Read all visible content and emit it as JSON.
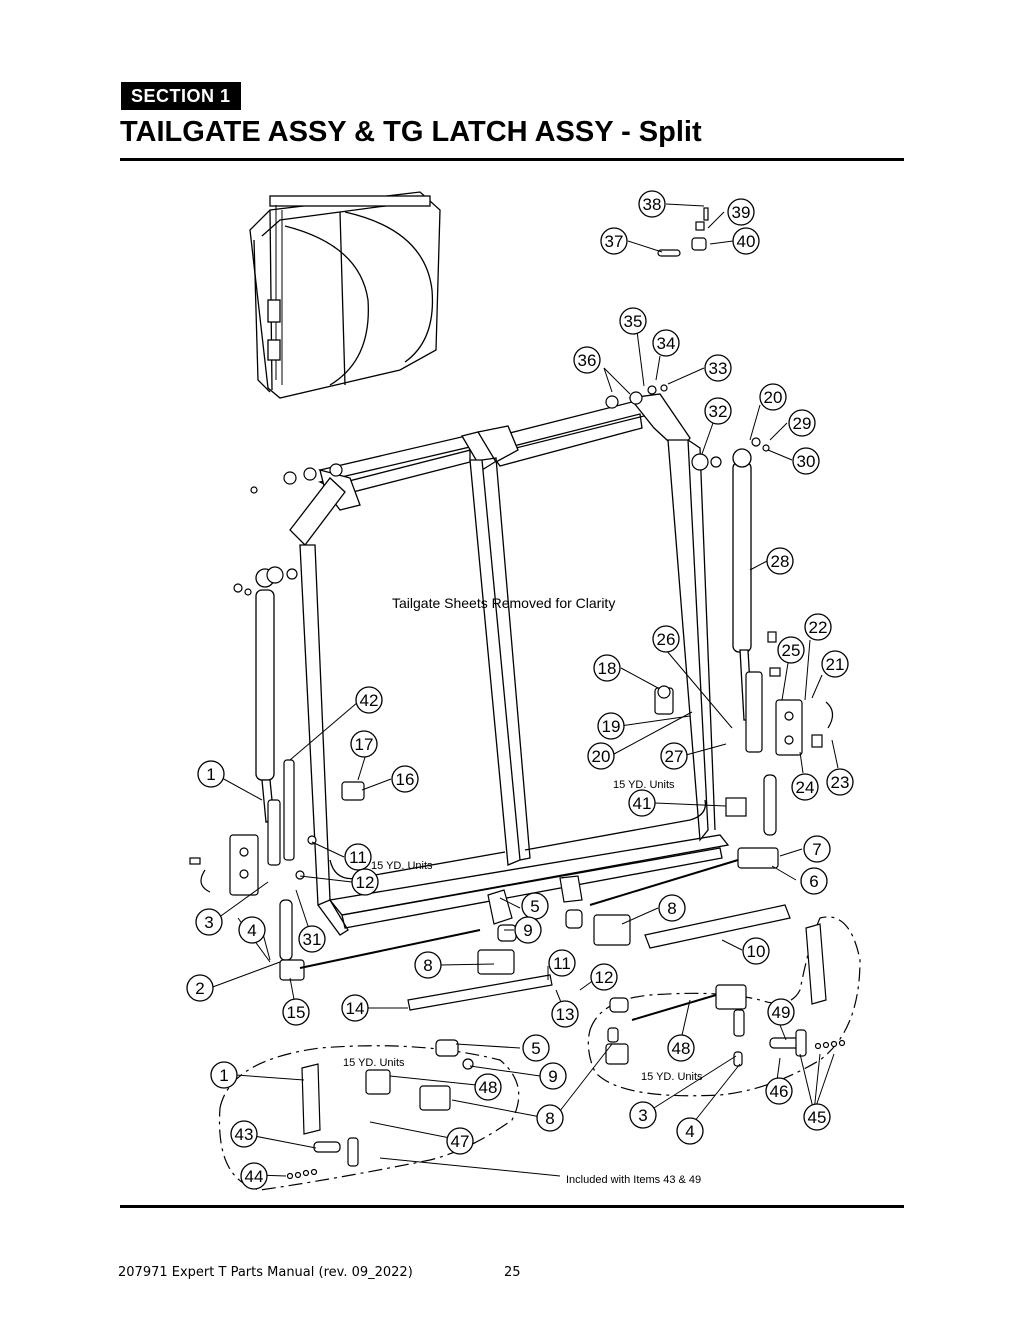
{
  "header": {
    "section": "SECTION  1",
    "title": "TAILGATE ASSY & TG LATCH ASSY - Split"
  },
  "diagram": {
    "notes": {
      "sheets_removed": "Tailgate Sheets Removed for Clarity",
      "units_a": "15 YD. Units",
      "units_b": "15 YD. Units",
      "units_c": "15 YD. Units",
      "units_d": "15 YD. Units",
      "included": "Included with Items 43 & 49"
    },
    "callouts": [
      "38",
      "39",
      "37",
      "40",
      "35",
      "34",
      "36",
      "33",
      "20",
      "32",
      "29",
      "30",
      "28",
      "22",
      "26",
      "25",
      "21",
      "18",
      "42",
      "19",
      "17",
      "20",
      "27",
      "1",
      "16",
      "24",
      "23",
      "41",
      "11",
      "7",
      "12",
      "6",
      "3",
      "4",
      "5",
      "8",
      "9",
      "31",
      "10",
      "2",
      "8",
      "11",
      "12",
      "15",
      "14",
      "13",
      "49",
      "5",
      "48",
      "1",
      "9",
      "48",
      "46",
      "8",
      "45",
      "3",
      "4",
      "43",
      "47",
      "44"
    ]
  },
  "footer": {
    "manual": "207971 Expert T Parts Manual (rev. 09_2022)",
    "page": "25"
  }
}
